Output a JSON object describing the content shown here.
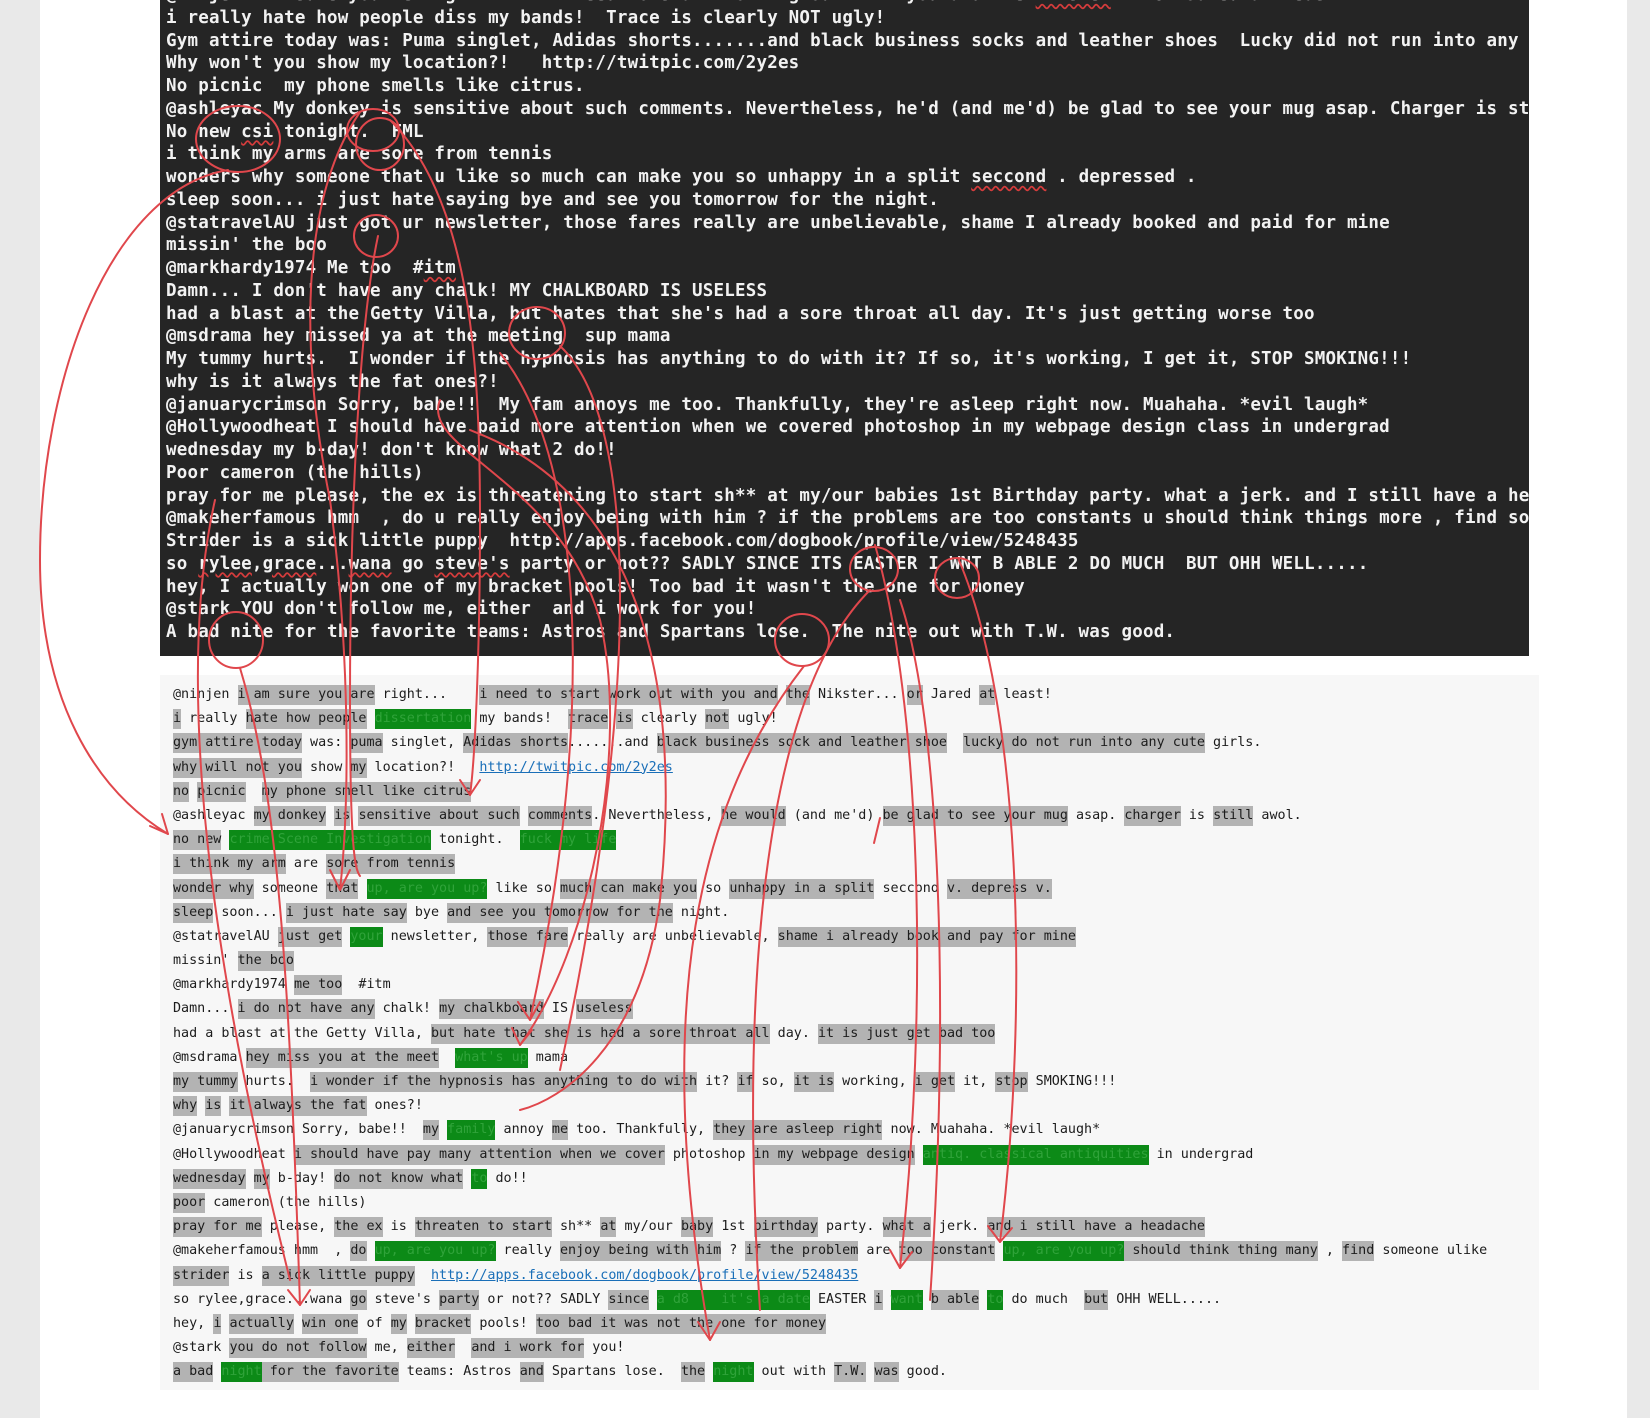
{
  "terminal": {
    "lines": [
      [
        {
          "t": "@ninjen I'm sure you're right...    I need to start working out with you and the "
        },
        {
          "t": "Nikster",
          "sq": true
        },
        {
          "t": "... Or Jared at least!"
        }
      ],
      [
        {
          "t": "i really hate how people diss my bands!  Trace is clearly NOT ugly!"
        }
      ],
      [
        {
          "t": "Gym attire today was: Puma singlet, Adidas shorts.......and black business socks and leather shoes  Lucky did not run into any cute girls."
        }
      ],
      [
        {
          "t": "Why won't you show my location?!   http://twitpic.com/2y2es"
        }
      ],
      [
        {
          "t": "No picnic  my phone smells like citrus."
        }
      ],
      [
        {
          "t": "@ashleyac My donkey is sensitive about such comments. Nevertheless, he'd (and me'd) be glad to see your mug asap. Charger is still awol."
        }
      ],
      [
        {
          "t": "No new "
        },
        {
          "t": "csi",
          "sq": true
        },
        {
          "t": " tonight.  FML"
        }
      ],
      [
        {
          "t": "i think my arms are sore from tennis"
        }
      ],
      [
        {
          "t": "wonders why someone that u like so much can make you so unhappy in a split "
        },
        {
          "t": "seccond",
          "sq": true
        },
        {
          "t": " . depressed ."
        }
      ],
      [
        {
          "t": "sleep soon... i just hate saying bye and see you tomorrow for the night."
        }
      ],
      [
        {
          "t": "@statravelAU just got ur newsletter, those fares really are unbelievable, shame I already booked and paid for mine"
        }
      ],
      [
        {
          "t": "missin' the boo"
        }
      ],
      [
        {
          "t": "@markhardy1974 Me too  #"
        },
        {
          "t": "itm",
          "sq": true
        }
      ],
      [
        {
          "t": "Damn... I don't have any chalk! MY CHALKBOARD IS USELESS"
        }
      ],
      [
        {
          "t": "had a blast at the Getty Villa, but hates that she's had a sore throat all day. It's just getting worse too"
        }
      ],
      [
        {
          "t": "@msdrama hey missed ya at the meeting  sup mama"
        }
      ],
      [
        {
          "t": "My tummy hurts.  I wonder if the hypnosis has anything to do with it? If so, it's working, I get it, STOP SMOKING!!!"
        }
      ],
      [
        {
          "t": "why is it always the fat ones?!"
        }
      ],
      [
        {
          "t": "@januarycrimson Sorry, babe!!  My fam annoys me too. Thankfully, they're asleep right now. Muahaha. *evil laugh*"
        }
      ],
      [
        {
          "t": "@Hollywoodheat I should have paid more attention when we covered photoshop in my webpage design class in undergrad"
        }
      ],
      [
        {
          "t": "wednesday my b-day! don't know what 2 do!!"
        }
      ],
      [
        {
          "t": "Poor cameron (the hills)"
        }
      ],
      [
        {
          "t": "pray for me please, the ex is threatening to start sh** at my/our babies 1st Birthday party. what a jerk. and I still have a headache"
        }
      ],
      [
        {
          "t": "@makeherfamous hmm  , do u really enjoy being with him ? if the problems are too constants u should think things more , find someone "
        },
        {
          "t": "ulike",
          "sq": true
        }
      ],
      [
        {
          "t": "Strider is a sick little puppy  http://apps.facebook.com/dogbook/profile/view/5248435"
        }
      ],
      [
        {
          "t": "so "
        },
        {
          "t": "rylee",
          "sq": true
        },
        {
          "t": ","
        },
        {
          "t": "grace",
          "sq": true
        },
        {
          "t": "..."
        },
        {
          "t": "wana",
          "sq": true
        },
        {
          "t": " go "
        },
        {
          "t": "steve's",
          "sq": true
        },
        {
          "t": " party or not?? SADLY SINCE ITS EASTER I WNT B ABLE 2 DO MUCH  BUT OHH WELL....."
        }
      ],
      [
        {
          "t": "hey, I actually won one of my bracket pools! Too bad it wasn't the one for money"
        }
      ],
      [
        {
          "t": "@stark YOU don't follow me, either  and i work for you!"
        }
      ],
      [
        {
          "t": "A bad nite for the favorite teams: Astros and Spartans lose.  The nite out with T.W. was good."
        }
      ]
    ]
  },
  "output": {
    "lines": [
      [
        {
          "t": "@ninjen"
        },
        {
          "t": " "
        },
        {
          "t": "i am sure you are",
          "c": "h"
        },
        {
          "t": " right...    "
        },
        {
          "t": "i need to start work out with you and",
          "c": "h"
        },
        {
          "t": " "
        },
        {
          "t": "the",
          "c": "h"
        },
        {
          "t": " Nikster... "
        },
        {
          "t": "or",
          "c": "h"
        },
        {
          "t": " Jared "
        },
        {
          "t": "at",
          "c": "h"
        },
        {
          "t": " least!"
        }
      ],
      [
        {
          "t": "i",
          "c": "h"
        },
        {
          "t": " really "
        },
        {
          "t": "hate how people",
          "c": "h"
        },
        {
          "t": " "
        },
        {
          "t": "dissertation",
          "c": "r"
        },
        {
          "t": " my bands!  "
        },
        {
          "t": "trace",
          "c": "h"
        },
        {
          "t": " "
        },
        {
          "t": "is",
          "c": "h"
        },
        {
          "t": " clearly "
        },
        {
          "t": "not",
          "c": "h"
        },
        {
          "t": " ugly!"
        }
      ],
      [
        {
          "t": "gym attire today",
          "c": "h"
        },
        {
          "t": " was: "
        },
        {
          "t": "puma",
          "c": "h"
        },
        {
          "t": " singlet, "
        },
        {
          "t": "Adidas shorts",
          "c": "h"
        },
        {
          "t": ".......and "
        },
        {
          "t": "black business sock and leather shoe",
          "c": "h"
        },
        {
          "t": "  "
        },
        {
          "t": "lucky do not run into any cute",
          "c": "h"
        },
        {
          "t": " girls."
        }
      ],
      [
        {
          "t": "why will not you",
          "c": "h"
        },
        {
          "t": " show "
        },
        {
          "t": "my",
          "c": "h"
        },
        {
          "t": " location?!   "
        },
        {
          "t": "http://twitpic.com/2y2es",
          "c": "a"
        }
      ],
      [
        {
          "t": "no",
          "c": "h"
        },
        {
          "t": " "
        },
        {
          "t": "picnic",
          "c": "h"
        },
        {
          "t": "  "
        },
        {
          "t": "my phone smell like citrus",
          "c": "h"
        }
      ],
      [
        {
          "t": "@ashleyac "
        },
        {
          "t": "my donkey",
          "c": "h"
        },
        {
          "t": " "
        },
        {
          "t": "is",
          "c": "h"
        },
        {
          "t": " "
        },
        {
          "t": "sensitive about such",
          "c": "h"
        },
        {
          "t": " "
        },
        {
          "t": "comments",
          "c": "h"
        },
        {
          "t": ". Nevertheless, "
        },
        {
          "t": "he would",
          "c": "h"
        },
        {
          "t": " (and me'd) "
        },
        {
          "t": "be glad to see your mug",
          "c": "h"
        },
        {
          "t": " asap. "
        },
        {
          "t": "charger",
          "c": "h"
        },
        {
          "t": " is "
        },
        {
          "t": "still",
          "c": "h"
        },
        {
          "t": " awol."
        }
      ],
      [
        {
          "t": "no new",
          "c": "h"
        },
        {
          "t": " "
        },
        {
          "t": "crime Scene Investigation",
          "c": "r"
        },
        {
          "t": " tonight.  "
        },
        {
          "t": "fuck my life",
          "c": "r"
        }
      ],
      [
        {
          "t": "i think my arm",
          "c": "h"
        },
        {
          "t": " are "
        },
        {
          "t": "sore from tennis",
          "c": "h"
        }
      ],
      [
        {
          "t": "wonder why",
          "c": "h"
        },
        {
          "t": " someone "
        },
        {
          "t": "that",
          "c": "h"
        },
        {
          "t": " "
        },
        {
          "t": "up, are you up?",
          "c": "r"
        },
        {
          "t": " like so "
        },
        {
          "t": "much can make you",
          "c": "h"
        },
        {
          "t": " so "
        },
        {
          "t": "unhappy in a split",
          "c": "h"
        },
        {
          "t": " seccond "
        },
        {
          "t": "v. depress v.",
          "c": "h"
        }
      ],
      [
        {
          "t": "sleep",
          "c": "h"
        },
        {
          "t": " soon... "
        },
        {
          "t": "i just hate say",
          "c": "h"
        },
        {
          "t": " bye "
        },
        {
          "t": "and see you tomorrow for the",
          "c": "h"
        },
        {
          "t": " night."
        }
      ],
      [
        {
          "t": "@statravelAU "
        },
        {
          "t": "just get",
          "c": "h"
        },
        {
          "t": " "
        },
        {
          "t": "your",
          "c": "r"
        },
        {
          "t": " newsletter, "
        },
        {
          "t": "those fare",
          "c": "h"
        },
        {
          "t": " really are unbelievable, "
        },
        {
          "t": "shame i already book and pay for mine",
          "c": "h"
        }
      ],
      [
        {
          "t": "missin' "
        },
        {
          "t": "the boo",
          "c": "h"
        }
      ],
      [
        {
          "t": "@markhardy1974 "
        },
        {
          "t": "me too",
          "c": "h"
        },
        {
          "t": "  #itm"
        }
      ],
      [
        {
          "t": "Damn... "
        },
        {
          "t": "i do not have any",
          "c": "h"
        },
        {
          "t": " chalk! "
        },
        {
          "t": "my chalkboard",
          "c": "h"
        },
        {
          "t": " IS "
        },
        {
          "t": "useless",
          "c": "h"
        }
      ],
      [
        {
          "t": "had a blast at the Getty Villa, "
        },
        {
          "t": "but hate that she is had a sore throat all",
          "c": "h"
        },
        {
          "t": " day. "
        },
        {
          "t": "it is just get bad too",
          "c": "h"
        }
      ],
      [
        {
          "t": "@msdrama "
        },
        {
          "t": "hey miss you at the meet",
          "c": "h"
        },
        {
          "t": "  "
        },
        {
          "t": "what's up",
          "c": "r"
        },
        {
          "t": " mama"
        }
      ],
      [
        {
          "t": "my tummy",
          "c": "h"
        },
        {
          "t": " hurts.  "
        },
        {
          "t": "i wonder if the hypnosis has anything to do with",
          "c": "h"
        },
        {
          "t": " it? "
        },
        {
          "t": "if",
          "c": "h"
        },
        {
          "t": " so, "
        },
        {
          "t": "it is",
          "c": "h"
        },
        {
          "t": " working, "
        },
        {
          "t": "i get",
          "c": "h"
        },
        {
          "t": " it, "
        },
        {
          "t": "stop",
          "c": "h"
        },
        {
          "t": " SMOKING!!!"
        }
      ],
      [
        {
          "t": "why",
          "c": "h"
        },
        {
          "t": " "
        },
        {
          "t": "is",
          "c": "h"
        },
        {
          "t": " "
        },
        {
          "t": "it always the fat",
          "c": "h"
        },
        {
          "t": " ones?!"
        }
      ],
      [
        {
          "t": "@januarycrimson Sorry, babe!!  "
        },
        {
          "t": "my",
          "c": "h"
        },
        {
          "t": " "
        },
        {
          "t": "family",
          "c": "r"
        },
        {
          "t": " annoy "
        },
        {
          "t": "me",
          "c": "h"
        },
        {
          "t": " too. Thankfully, "
        },
        {
          "t": "they are asleep right",
          "c": "h"
        },
        {
          "t": " now. Muahaha. *evil laugh*"
        }
      ],
      [
        {
          "t": "@Hollywoodheat "
        },
        {
          "t": "i should have pay many attention when we cover",
          "c": "h"
        },
        {
          "t": " photoshop "
        },
        {
          "t": "in my webpage design",
          "c": "h"
        },
        {
          "t": " "
        },
        {
          "t": "antiq. classical antiquities",
          "c": "r"
        },
        {
          "t": " in undergrad"
        }
      ],
      [
        {
          "t": "wednesday",
          "c": "h"
        },
        {
          "t": " "
        },
        {
          "t": "my",
          "c": "h"
        },
        {
          "t": " b-day! "
        },
        {
          "t": "do not know what",
          "c": "h"
        },
        {
          "t": " "
        },
        {
          "t": "to",
          "c": "r"
        },
        {
          "t": " do!!"
        }
      ],
      [
        {
          "t": "poor",
          "c": "h"
        },
        {
          "t": " cameron (the hills)"
        }
      ],
      [
        {
          "t": "pray for me",
          "c": "h"
        },
        {
          "t": " please, "
        },
        {
          "t": "the ex",
          "c": "h"
        },
        {
          "t": " is "
        },
        {
          "t": "threaten to start",
          "c": "h"
        },
        {
          "t": " sh** "
        },
        {
          "t": "at",
          "c": "h"
        },
        {
          "t": " my/our "
        },
        {
          "t": "baby",
          "c": "h"
        },
        {
          "t": " 1st "
        },
        {
          "t": "birthday",
          "c": "h"
        },
        {
          "t": " party. "
        },
        {
          "t": "what a",
          "c": "h"
        },
        {
          "t": " jerk. "
        },
        {
          "t": "and i still have a headache",
          "c": "h"
        }
      ],
      [
        {
          "t": "@makeherfamous hmm  , "
        },
        {
          "t": "do",
          "c": "h"
        },
        {
          "t": " "
        },
        {
          "t": "up, are you up?",
          "c": "r"
        },
        {
          "t": " really "
        },
        {
          "t": "enjoy being with him",
          "c": "h"
        },
        {
          "t": " ? "
        },
        {
          "t": "if the problem",
          "c": "h"
        },
        {
          "t": " are "
        },
        {
          "t": "too constant",
          "c": "h"
        },
        {
          "t": " "
        },
        {
          "t": "up, are you up?",
          "c": "r"
        },
        {
          "t": " should think thing many",
          "c": "h"
        },
        {
          "t": " , "
        },
        {
          "t": "find",
          "c": "h"
        },
        {
          "t": " someone ulike"
        }
      ],
      [
        {
          "t": "strider",
          "c": "h"
        },
        {
          "t": " is "
        },
        {
          "t": "a sick little puppy",
          "c": "h"
        },
        {
          "t": "  "
        },
        {
          "t": "http://apps.facebook.com/dogbook/profile/view/5248435",
          "c": "a"
        }
      ],
      [
        {
          "t": "so rylee,grace...wana "
        },
        {
          "t": "go",
          "c": "h"
        },
        {
          "t": " steve's "
        },
        {
          "t": "party",
          "c": "h"
        },
        {
          "t": " or not?? SADLY "
        },
        {
          "t": "since",
          "c": "h"
        },
        {
          "t": " "
        },
        {
          "t": "a d8    it's a date",
          "c": "r"
        },
        {
          "t": " EASTER "
        },
        {
          "t": "i",
          "c": "h"
        },
        {
          "t": " "
        },
        {
          "t": "want",
          "c": "r"
        },
        {
          "t": " "
        },
        {
          "t": "b able",
          "c": "h"
        },
        {
          "t": " "
        },
        {
          "t": "to",
          "c": "r"
        },
        {
          "t": " do much  "
        },
        {
          "t": "but",
          "c": "h"
        },
        {
          "t": " OHH WELL....."
        }
      ],
      [
        {
          "t": "hey, "
        },
        {
          "t": "i",
          "c": "h"
        },
        {
          "t": " "
        },
        {
          "t": "actually",
          "c": "h"
        },
        {
          "t": " "
        },
        {
          "t": "win one",
          "c": "h"
        },
        {
          "t": " of "
        },
        {
          "t": "my",
          "c": "h"
        },
        {
          "t": " "
        },
        {
          "t": "bracket",
          "c": "h"
        },
        {
          "t": " pools! "
        },
        {
          "t": "too bad it was not the one for money",
          "c": "h"
        }
      ],
      [
        {
          "t": "@stark "
        },
        {
          "t": "you do not follow",
          "c": "h"
        },
        {
          "t": " me, "
        },
        {
          "t": "either",
          "c": "h"
        },
        {
          "t": "  "
        },
        {
          "t": "and i work for",
          "c": "h"
        },
        {
          "t": " you!"
        }
      ],
      [
        {
          "t": "a bad",
          "c": "h"
        },
        {
          "t": " "
        },
        {
          "t": "night",
          "c": "r"
        },
        {
          "t": " for the favorite",
          "c": "h"
        },
        {
          "t": " teams: Astros "
        },
        {
          "t": "and",
          "c": "h"
        },
        {
          "t": " Spartans lose.  "
        },
        {
          "t": "the",
          "c": "h"
        },
        {
          "t": " "
        },
        {
          "t": "night",
          "c": "r"
        },
        {
          "t": " out with "
        },
        {
          "t": "T.W.",
          "c": "h"
        },
        {
          "t": " "
        },
        {
          "t": "was",
          "c": "h"
        },
        {
          "t": " good."
        }
      ]
    ]
  },
  "colors": {
    "terminal_background": "#252525",
    "terminal_text": "#f2f2f2",
    "output_background": "#f7f7f7",
    "highlight_gray": "#b3b3b3",
    "replacement_green": "#0c8a17",
    "link_blue": "#1a6fb8",
    "annotation_red": "#e0474c"
  }
}
